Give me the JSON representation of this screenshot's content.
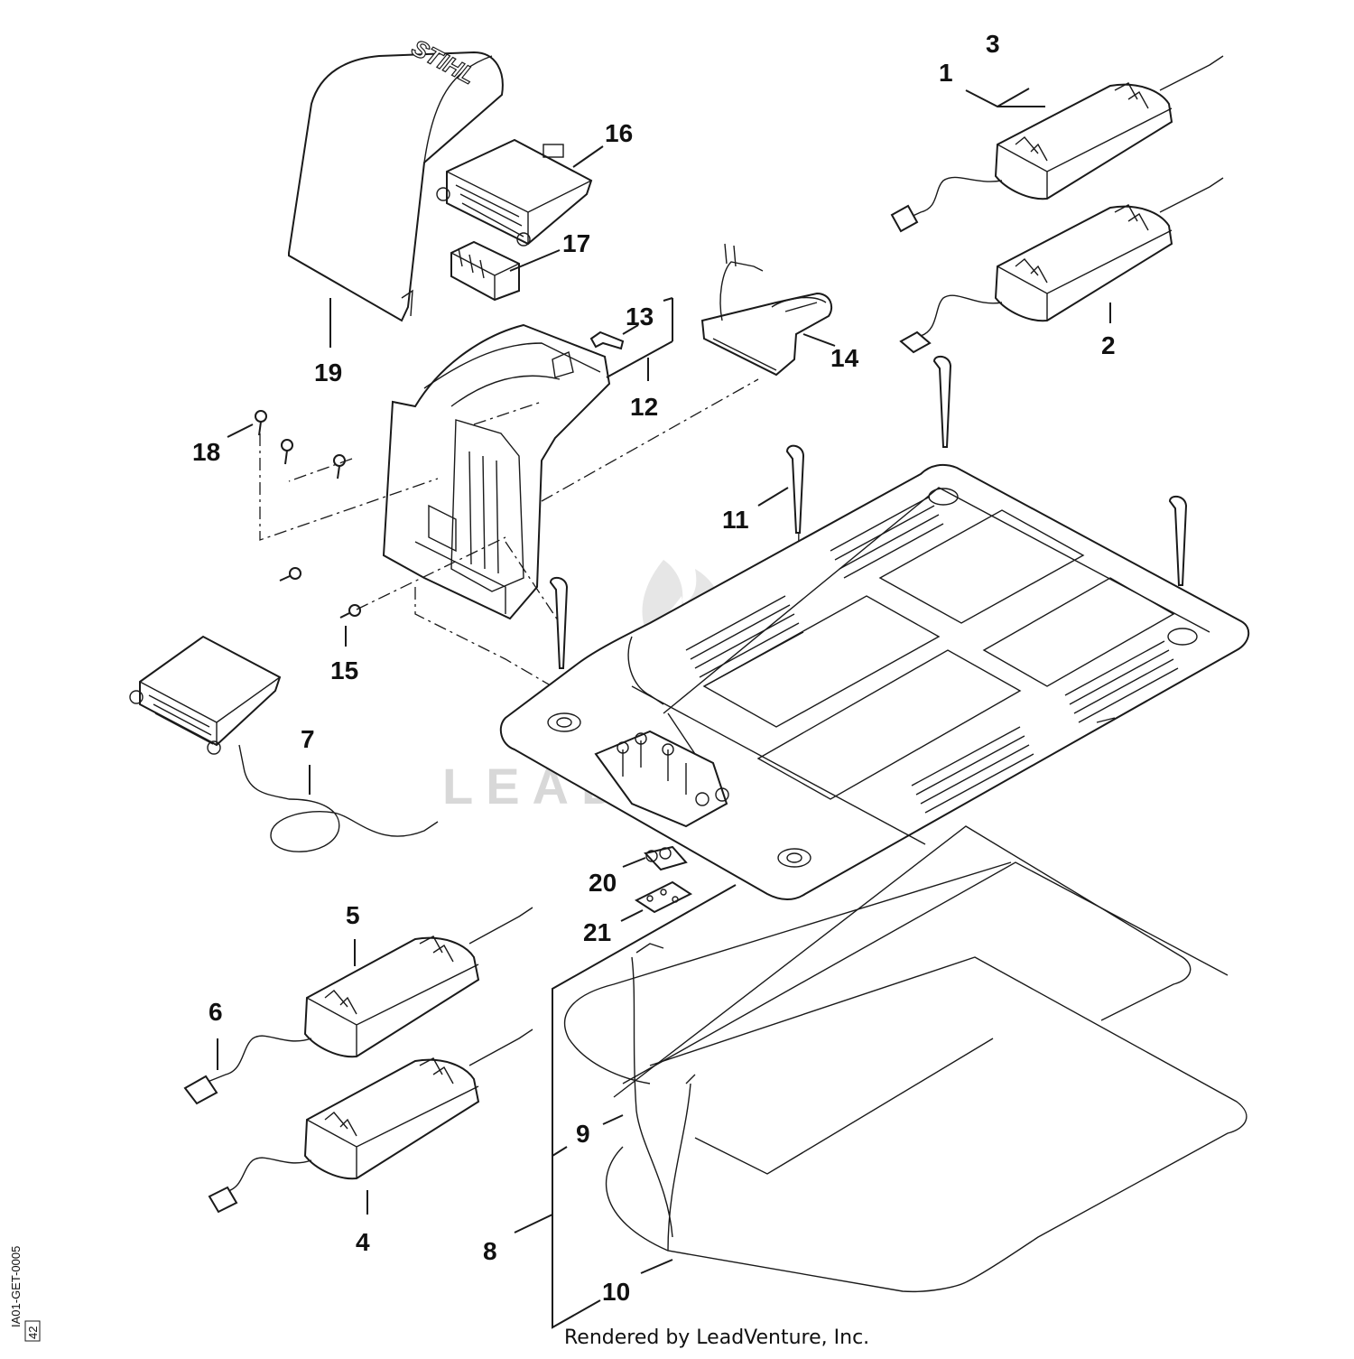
{
  "diagram": {
    "brand_logo": "STIHL",
    "watermark": "LEADVENTURE",
    "callouts": [
      "1",
      "2",
      "3",
      "4",
      "5",
      "6",
      "7",
      "8",
      "9",
      "10",
      "11",
      "12",
      "13",
      "14",
      "15",
      "16",
      "17",
      "18",
      "19",
      "20",
      "21"
    ],
    "footer": "Rendered by LeadVenture, Inc.",
    "drawing_code": "IA01-GET-0005",
    "sheet_code": "42"
  }
}
